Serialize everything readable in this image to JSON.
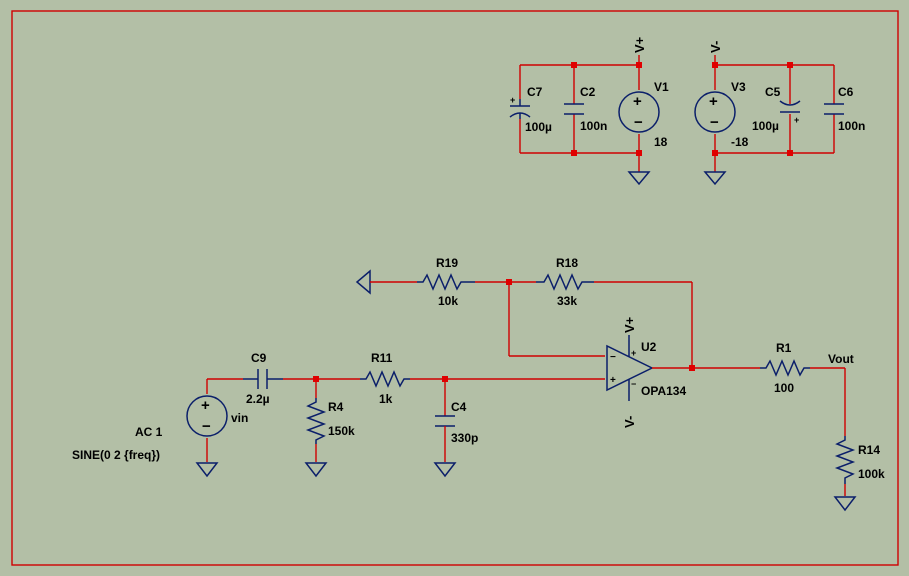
{
  "colors": {
    "background": "#b3bfa6",
    "wire": "#d00000",
    "component": "#0b1f6a",
    "junction": "#e00000"
  },
  "labels": {
    "vplus_top": "V+",
    "vminus_top": "V-",
    "c7_name": "C7",
    "c7_value": "100µ",
    "c2_name": "C2",
    "c2_value": "100n",
    "v1_name": "V1",
    "v1_value": "18",
    "v3_name": "V3",
    "v3_value": "-18",
    "c5_name": "C5",
    "c5_value": "100µ",
    "c6_name": "C6",
    "c6_value": "100n",
    "r19_name": "R19",
    "r19_value": "10k",
    "r18_name": "R18",
    "r18_value": "33k",
    "u2_name": "U2",
    "u2_value": "OPA134",
    "opamp_vplus": "V+",
    "opamp_vminus": "V-",
    "c9_name": "C9",
    "c9_value": "2.2µ",
    "r11_name": "R11",
    "r11_value": "1k",
    "r4_name": "R4",
    "r4_value": "150k",
    "c4_name": "C4",
    "c4_value": "330p",
    "r1_name": "R1",
    "r1_value": "100",
    "vout_label": "Vout",
    "r14_name": "R14",
    "r14_value": "100k",
    "vin_name": "vin",
    "vin_ac": "AC 1",
    "vin_sine": "SINE(0 2 {freq})",
    "pin_plus": "+",
    "pin_minus": "−"
  }
}
